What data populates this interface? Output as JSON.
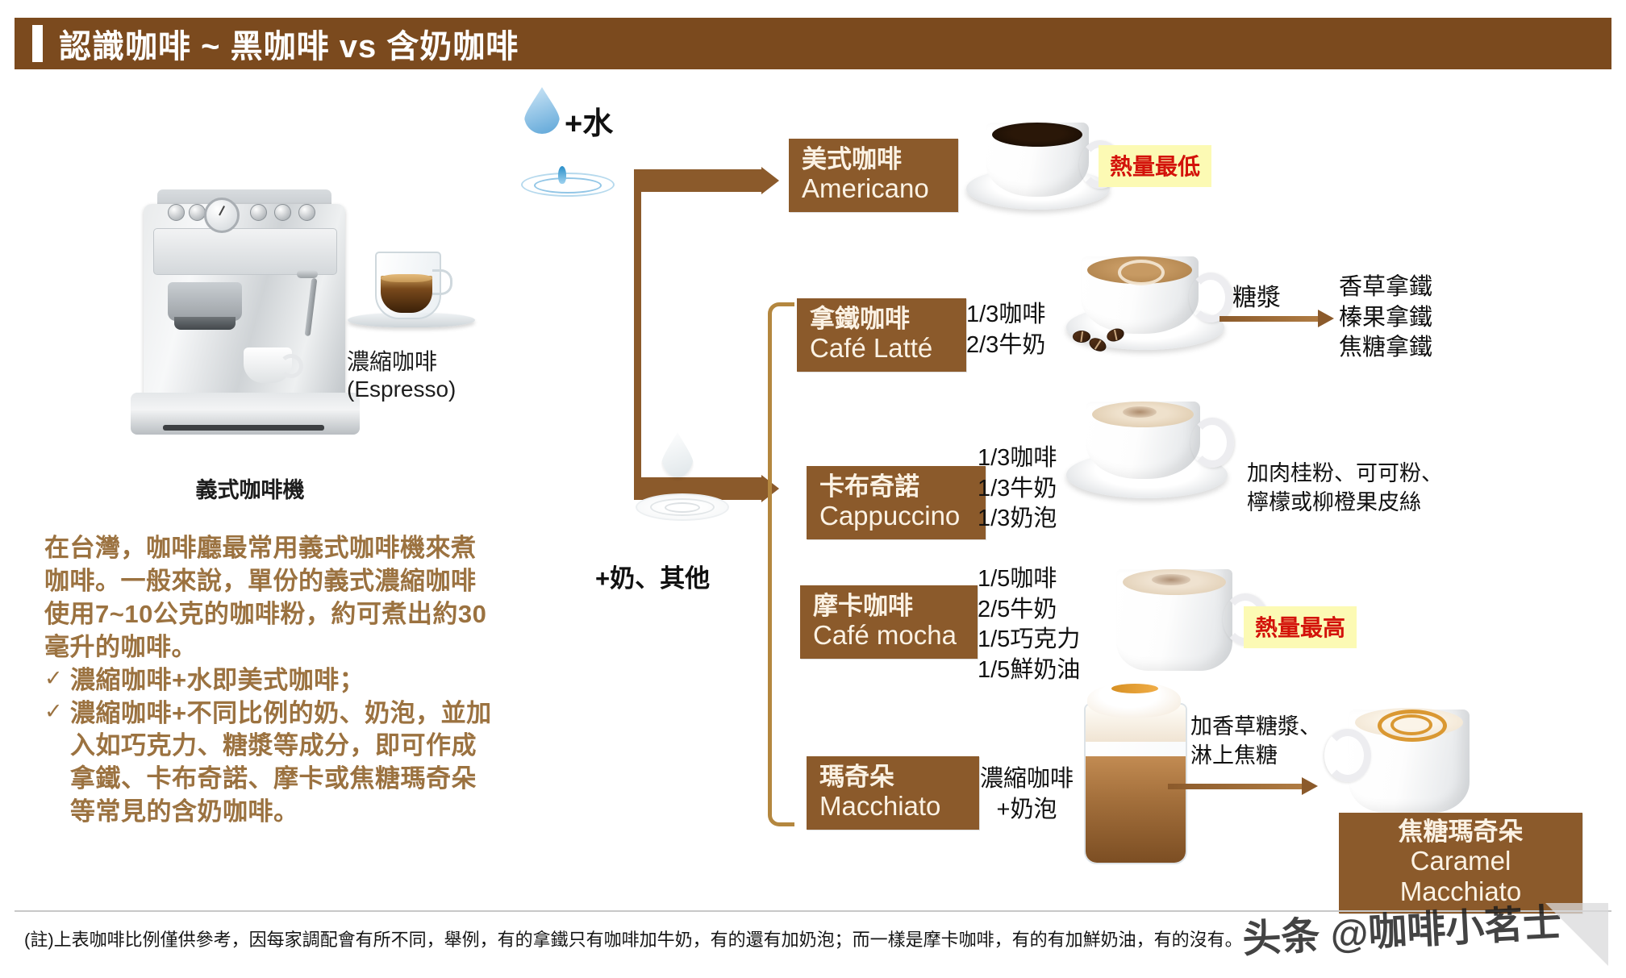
{
  "header": {
    "title": "認識咖啡 ~ 黑咖啡 vs 含奶咖啡",
    "accent_color": "#7B4A1E"
  },
  "left_panel": {
    "machine_caption": "義式咖啡機",
    "espresso_caption_cn": "濃縮咖啡",
    "espresso_caption_en": "(Espresso)",
    "paragraph": "在台灣，咖啡廳最常用義式咖啡機來煮咖啡。一般來說，單份的義式濃縮咖啡使用7~10公克的咖啡粉，約可煮出約30毫升的咖啡。",
    "bullets": [
      {
        "mark": "✓",
        "text": "濃縮咖啡+水即美式咖啡；"
      },
      {
        "mark": "✓",
        "text": "濃縮咖啡+不同比例的奶、奶泡，並加入如巧克力、糖漿等成分，即可作成拿鐵、卡布奇諾、摩卡或焦糖瑪奇朵等常見的含奶咖啡。"
      }
    ],
    "text_color": "#9b7240"
  },
  "flow": {
    "water_label": "+水",
    "milk_label": "+奶、其他",
    "syrup_label": "糖漿",
    "caramel_label_line1": "加香草糖漿、",
    "caramel_label_line2": "淋上焦糖",
    "arrow_color": "#8B5A2B"
  },
  "drinks": [
    {
      "id": "americano",
      "name_cn": "美式咖啡",
      "name_en": "Americano",
      "ratios": [],
      "badge": "熱量最低",
      "note": ""
    },
    {
      "id": "latte",
      "name_cn": "拿鐵咖啡",
      "name_en": "Café Latté",
      "ratios": [
        "1/3咖啡",
        "2/3牛奶"
      ],
      "badge": "",
      "note": ""
    },
    {
      "id": "cappuccino",
      "name_cn": "卡布奇諾",
      "name_en": "Cappuccino",
      "ratios": [
        "1/3咖啡",
        "1/3牛奶",
        "1/3奶泡"
      ],
      "badge": "",
      "note": "加肉桂粉、可可粉、\n檸檬或柳橙果皮絲"
    },
    {
      "id": "mocha",
      "name_cn": "摩卡咖啡",
      "name_en": "Café mocha",
      "ratios": [
        "1/5咖啡",
        "2/5牛奶",
        "1/5巧克力",
        "1/5鮮奶油"
      ],
      "badge": "熱量最高",
      "note": ""
    },
    {
      "id": "macchiato",
      "name_cn": "瑪奇朵",
      "name_en": "Macchiato",
      "ratios": [
        "濃縮咖啡",
        "+奶泡"
      ],
      "badge": "",
      "note": ""
    },
    {
      "id": "caramel-macchiato",
      "name_cn": "焦糖瑪奇朵",
      "name_en": "Caramel Macchiato",
      "ratios": [],
      "badge": "",
      "note": ""
    }
  ],
  "latte_variants": [
    "香草拿鐵",
    "榛果拿鐵",
    "焦糖拿鐵"
  ],
  "cappuccino_toppings_line1": "加肉桂粉、可可粉、",
  "cappuccino_toppings_line2": "檸檬或柳橙果皮絲",
  "ratios_text": {
    "latte_1": "1/3咖啡",
    "latte_2": "2/3牛奶",
    "cap_1": "1/3咖啡",
    "cap_2": "1/3牛奶",
    "cap_3": "1/3奶泡",
    "mocha_1": "1/5咖啡",
    "mocha_2": "2/5牛奶",
    "mocha_3": "1/5巧克力",
    "mocha_4": "1/5鮮奶油",
    "mac_1": "濃縮咖啡",
    "mac_2": "+奶泡"
  },
  "badges": {
    "lowest": "熱量最低",
    "highest": "熱量最高",
    "bg": "#FCFAB4",
    "fg": "#D3120A"
  },
  "footer": {
    "note": "(註)上表咖啡比例僅供參考，因每家調配會有所不同，舉例，有的拿鐵只有咖啡加牛奶，有的還有加奶泡；而一樣是摩卡咖啡，有的有加鮮奶油，有的沒有。",
    "watermark": "头条 @咖啡小茗士"
  }
}
